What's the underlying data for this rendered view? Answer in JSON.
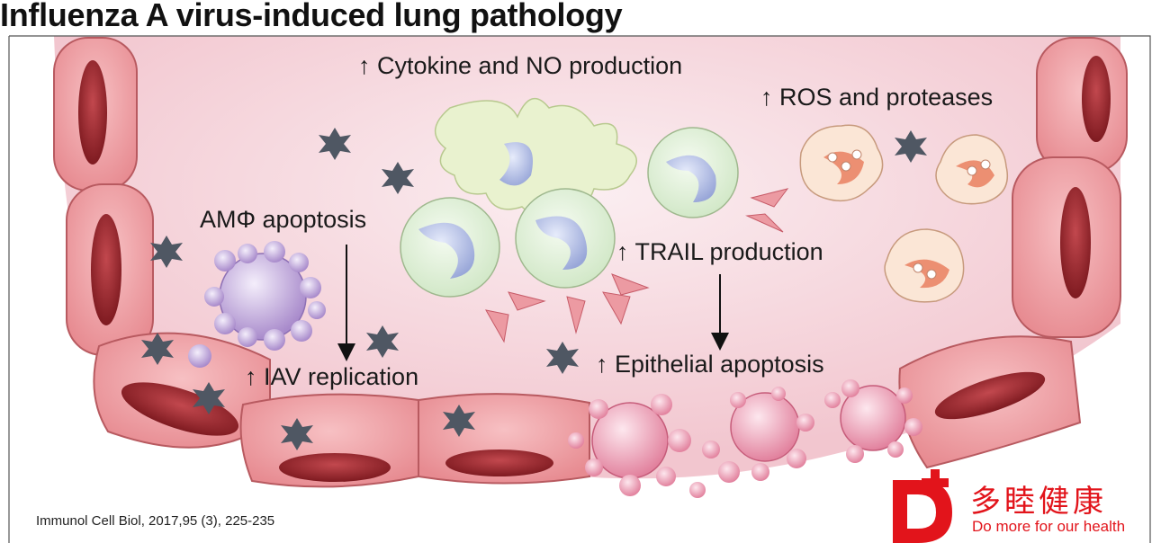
{
  "title": "Influenza A virus-induced lung pathology",
  "labels": {
    "cytokine": "↑ Cytokine and NO production",
    "ros": "↑ ROS and proteases",
    "am_apoptosis": "AMΦ apoptosis",
    "trail": "↑ TRAIL production",
    "iav": "↑ IAV replication",
    "epithelial": "↑ Epithelial apoptosis"
  },
  "citation": "Immunol Cell Biol, 2017,95 (3), 225-235",
  "logo": {
    "chinese": "多睦健康",
    "tagline": "Do more for our health",
    "brand_color": "#e2141b"
  },
  "colors": {
    "lumen": "#f6d3da",
    "cell_body": "#ef9ea2",
    "nucleus": "#9e2a30",
    "macrophage": "#fbe6d6",
    "apoptotic_purple": "#cbb6e2",
    "apoptotic_pink": "#f3a9bf",
    "virus": "#4f5763"
  }
}
